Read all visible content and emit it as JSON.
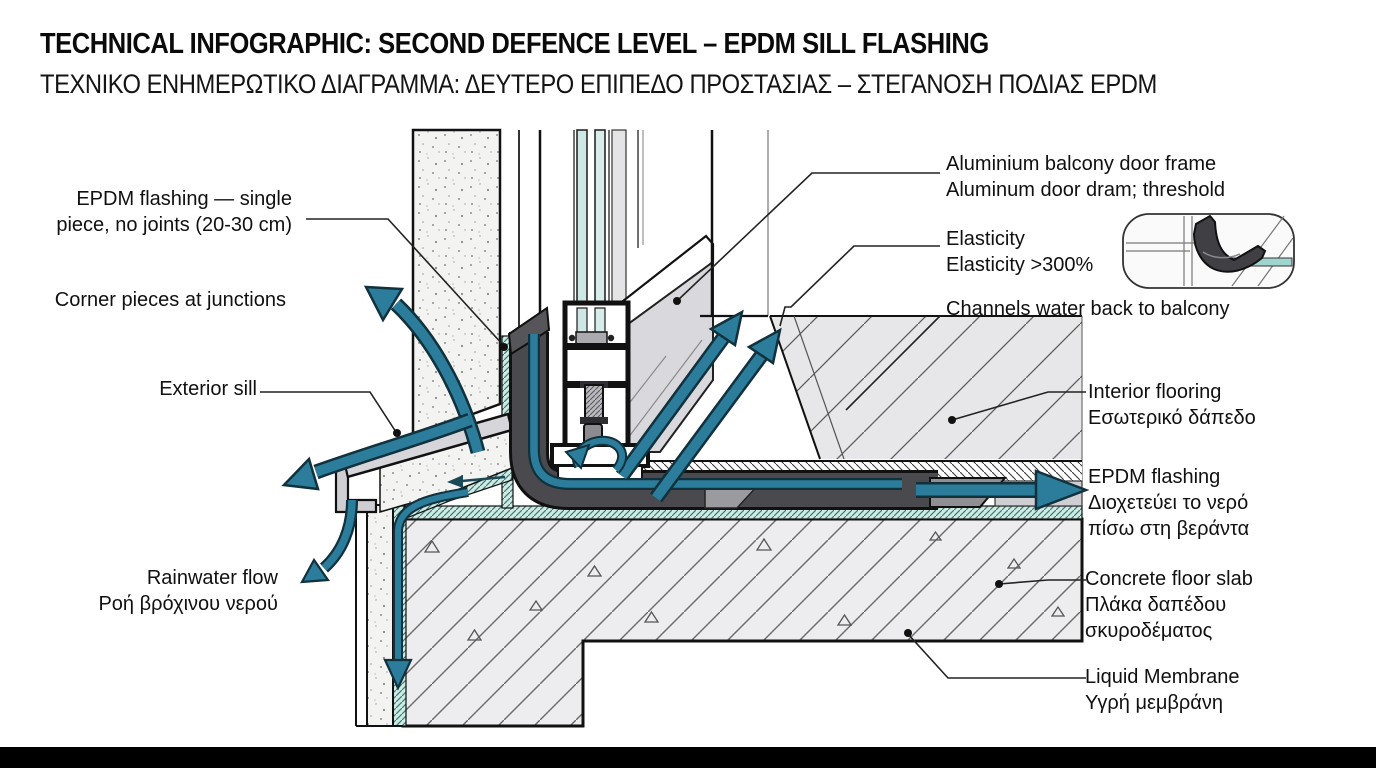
{
  "title": {
    "line1": "TECHNICAL INFOGRAPHIC:  SECOND DEFENCE LEVEL – EPDM SILL FLASHING",
    "line2": "ΤΕΧΝΙΚΟ ΕΝΗΜΕΡΩΤΙΚΟ ΔΙΑΓΡΑΜΜΑ: ΔΕΥΤΕΡΟ ΕΠΙΠΕΔΟ ΠΡΟΣΤΑΣΙΑΣ – ΣΤΕΓΑΝΟΣΗ ΠΟΔΙΑΣ EPDM"
  },
  "labels": {
    "epdm_left": {
      "line1": "EPDM flashing — single",
      "line2": "piece, no joints (20-30 cm)"
    },
    "corner_pieces": {
      "line1": "Corner pieces at junctions"
    },
    "exterior_sill": {
      "line1": "Exterior sill"
    },
    "rainwater": {
      "line1": "Rainwater flow",
      "line2": "Ροή βρόχινου νερού"
    },
    "door_frame": {
      "line1": "Aluminium balcony door frame",
      "line2": "Aluminum door dram; threshold"
    },
    "elasticity": {
      "line1": "Elasticity",
      "line2": "Elasticity >300%"
    },
    "channels": {
      "line1": "Channels water back to balcony"
    },
    "interior_flooring": {
      "line1": "Interior flooring",
      "line2": "Εσωτερικό δάπεδο"
    },
    "epdm_right": {
      "line1": "EPDM flashing",
      "line2": "Διοχετεύει το νερό",
      "line3": "πίσω στη βεράντα"
    },
    "concrete_slab": {
      "line1": "Concrete floor slab",
      "line2": "Πλάκα δαπέδου",
      "line3": "σκυροδέματος"
    },
    "liquid_membrane": {
      "line1": "Liquid Membrane",
      "line2": "Υγρή μεμβράνη"
    }
  },
  "colors": {
    "water_arrow": "#2b7d9b",
    "water_arrow_outline": "#11313d",
    "epdm_dark": "#4a4a4e",
    "membrane_teal": "#cfe9e4",
    "membrane_hatch": "#3a7d74",
    "wall_speckle_bg": "#f3f3f1",
    "sill_gray": "#d6d6da",
    "threshold_gray": "#d9d9dd",
    "flooring_gray": "#e7e7e9",
    "concrete_gray": "#ededef",
    "glass_teal": "#cfe7e4",
    "leader_line": "#222222",
    "bottom_bar": "#000000"
  },
  "icons": {
    "flow_arrows": "teal water-flow arrows",
    "inset_detail": "EPDM corner boot inset"
  }
}
